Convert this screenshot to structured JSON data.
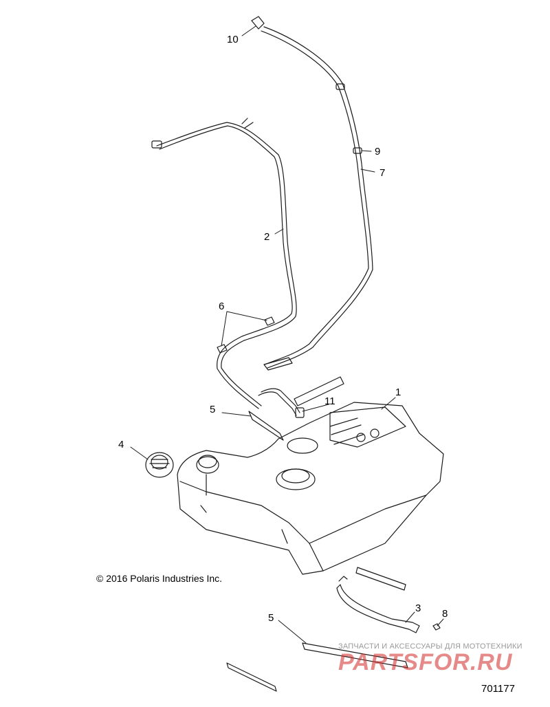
{
  "callouts": {
    "c1": "1",
    "c2": "2",
    "c3": "3",
    "c4": "4",
    "c5a": "5",
    "c5b": "5",
    "c6": "6",
    "c7": "7",
    "c8": "8",
    "c9": "9",
    "c10": "10",
    "c11": "11"
  },
  "copyright": "© 2016 Polaris Industries Inc.",
  "document_number": "701177",
  "watermark": {
    "tagline": "ЗАПЧАСТИ И АКСЕССУАРЫ ДЛЯ МОТОТЕХНИКИ",
    "logo": "PARTSFOR.RU"
  },
  "colors": {
    "line": "#1a1a1a",
    "label": "#000000",
    "watermark": "#d22828"
  }
}
